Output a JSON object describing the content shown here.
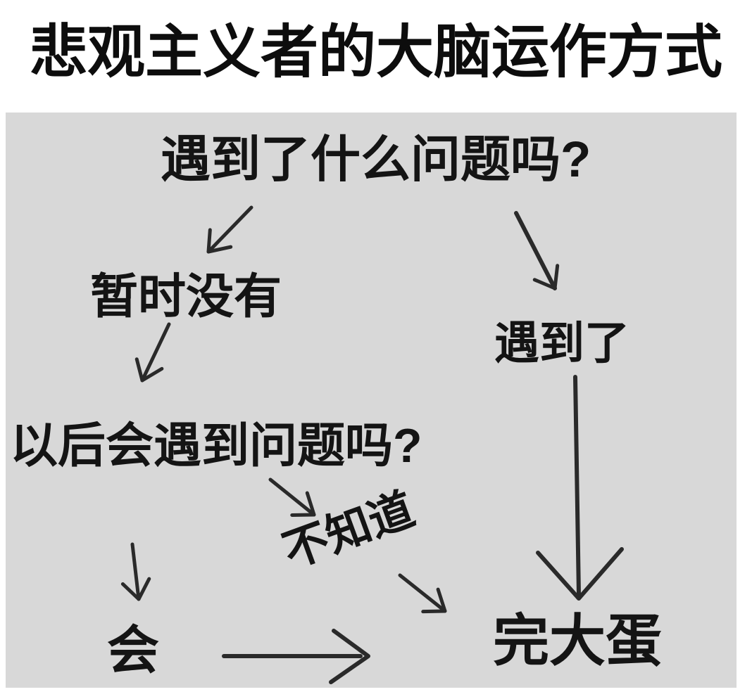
{
  "title": "悲观主义者的大脑运作方式",
  "colors": {
    "page_bg": "#ffffff",
    "panel_bg": "#d8d8d8",
    "text": "#141414",
    "arrow": "#2a2a2a"
  },
  "diagram": {
    "nodes": {
      "q1": "遇到了什么问题吗?",
      "no_for_now": "暂时没有",
      "encountered": "遇到了",
      "q2": "以后会遇到问题吗?",
      "will": "会",
      "dont_know": "不知道",
      "doomed": "完大蛋"
    },
    "edges": [
      {
        "from": "q1",
        "to": "no_for_now"
      },
      {
        "from": "q1",
        "to": "encountered"
      },
      {
        "from": "no_for_now",
        "to": "q2"
      },
      {
        "from": "q2",
        "to": "will"
      },
      {
        "from": "q2",
        "to": "dont_know"
      },
      {
        "from": "dont_know",
        "to": "doomed"
      },
      {
        "from": "will",
        "to": "doomed"
      },
      {
        "from": "encountered",
        "to": "doomed"
      }
    ]
  }
}
